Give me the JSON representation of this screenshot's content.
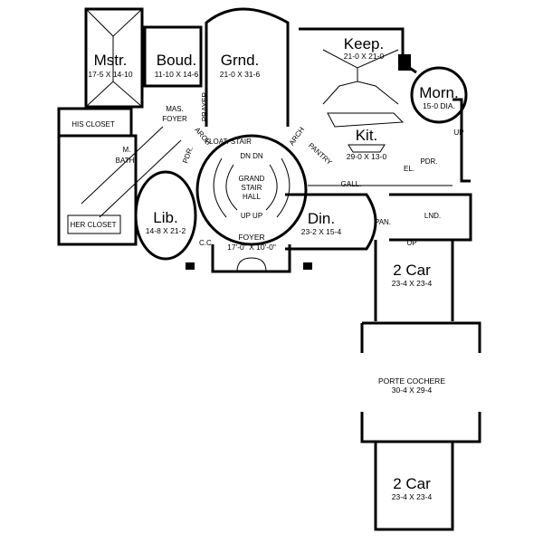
{
  "rooms": {
    "mstr": {
      "name": "Mstr.",
      "dims": "17-5  X 14-10"
    },
    "boud": {
      "name": "Boud.",
      "dims": "11-10  X 14-6"
    },
    "grnd": {
      "name": "Grnd.",
      "dims": "21-0  X 31-6"
    },
    "keep": {
      "name": "Keep.",
      "dims": "21-0  X 21-0"
    },
    "morn": {
      "name": "Morn.",
      "dims": "15-0 DIA."
    },
    "kit": {
      "name": "Kit.",
      "dims": "29-0  X 13-0"
    },
    "lib": {
      "name": "Lib.",
      "dims": "14-8  X 21-2"
    },
    "din": {
      "name": "Din.",
      "dims": "23-2  X 15-4"
    },
    "foyer": {
      "name": "FOYER",
      "dims": "17'-0\"  X 10'-0\""
    },
    "garage1": {
      "name": "2 Car",
      "dims": "23-4  X 23-4"
    },
    "porte": {
      "name": "PORTE COCHERE",
      "dims": "30-4  X 29-4"
    },
    "garage2": {
      "name": "2 Car",
      "dims": "23-4  X 23-4"
    }
  },
  "labels": {
    "his_closet": "HIS CLOSET",
    "her_closet": "HER CLOSET",
    "m_bath_1": "M.",
    "m_bath_2": "BATH",
    "mas_foyer_1": "MAS.",
    "mas_foyer_2": "FOYER",
    "prayer": "PRAYER",
    "float_stair": "FLOAT. STAIR",
    "arch_left": "ARCH",
    "arch_right": "ARCH",
    "pantry": "PANTRY",
    "pdr_left": "PDR.",
    "dn_dn": "DN  DN",
    "grand_1": "GRAND",
    "grand_2": "STAIR",
    "grand_3": "HALL",
    "up_up": "UP UP",
    "cc": "C.C.",
    "gall": "GALL.",
    "pan": "PAN.",
    "lnd": "LND.",
    "el": "EL.",
    "pdr_right": "PDR.",
    "up_right": "UP",
    "up_garage": "UP"
  }
}
